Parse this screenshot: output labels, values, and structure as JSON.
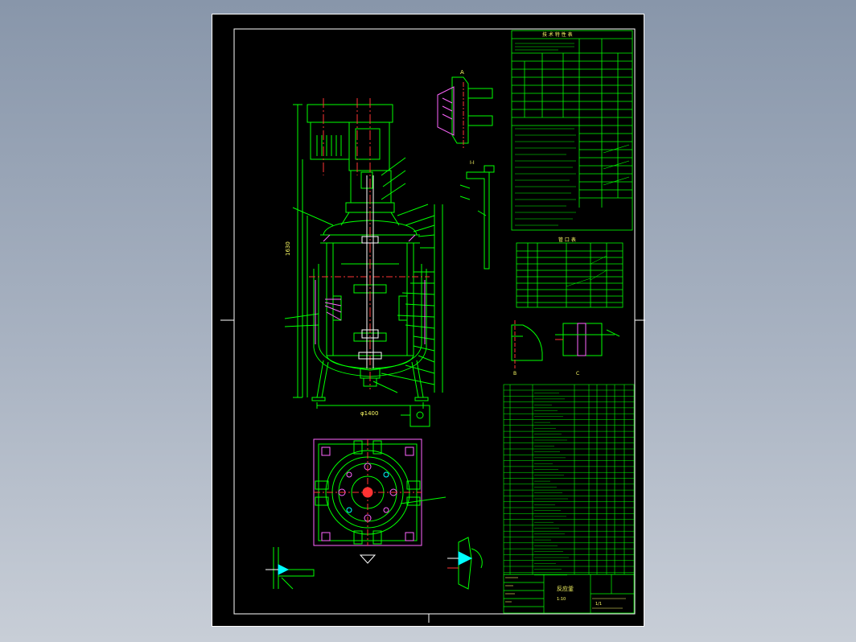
{
  "drawing": {
    "section_labels": {
      "right_top": "I-I",
      "detail_a": "A",
      "tech_table": "技 术 特 性 表",
      "nozzle_table": "管 口 表",
      "detail_b": "B",
      "detail_c": "C"
    },
    "dimension_text": {
      "height": "1630",
      "width": "φ1400"
    },
    "title_block": {
      "drawing_title": "反应釜",
      "scale": "1:10",
      "sheet": "1/1"
    },
    "colors": {
      "background": "#000000",
      "frame": "#ffffff",
      "lines": "#00ff00",
      "centerline": "#ff3333",
      "hatch": "#ff66ff",
      "text": "#ffff66",
      "cyan": "#00ffff"
    }
  }
}
